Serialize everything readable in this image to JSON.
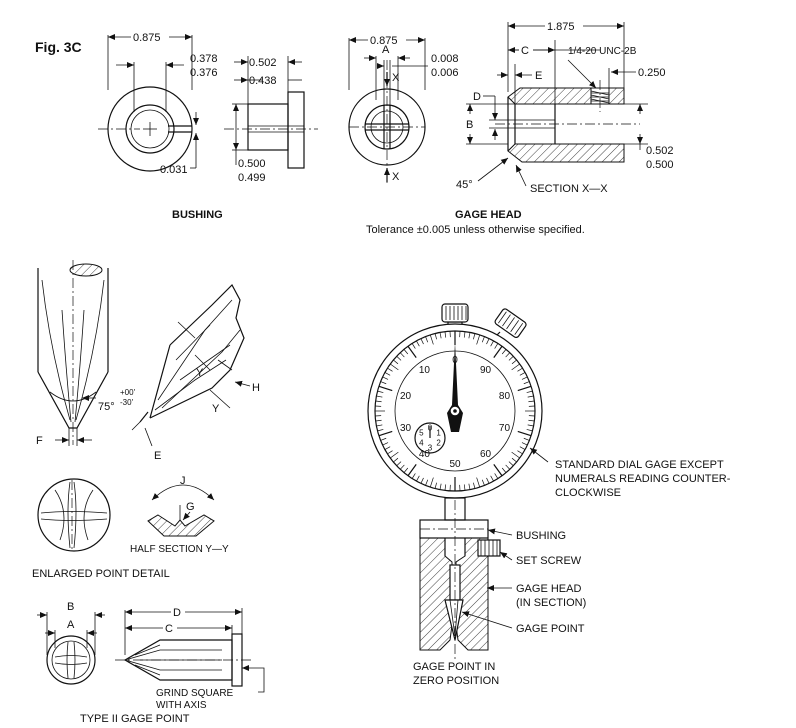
{
  "figure": {
    "label": "Fig. 3C",
    "tolerance_note": "Tolerance ±0.005 unless otherwise specified."
  },
  "bushing": {
    "title": "BUSHING",
    "dims": [
      "0.875",
      "0.378",
      "0.376",
      "0.502",
      "0.438",
      "0.031",
      "0.500",
      "0.499"
    ]
  },
  "gage_head": {
    "title": "GAGE HEAD",
    "dims": [
      "0.875",
      "A",
      "0.008",
      "0.006",
      "X",
      "X",
      "1.875",
      "C",
      "1/4-20 UNC-2B",
      "0.250",
      "E",
      "D",
      "B",
      "0.502",
      "0.500",
      "45°"
    ],
    "section_label": "SECTION X—X"
  },
  "enlarged_point": {
    "title": "ENLARGED POINT DETAIL",
    "labels": [
      "F",
      "E",
      "H",
      "Y",
      "Y",
      "J",
      "G"
    ],
    "angle": "75°",
    "tol_plus": "+00'",
    "tol_minus": "-30'",
    "half_section": "HALF SECTION Y—Y"
  },
  "type2": {
    "title": "TYPE II GAGE POINT",
    "labels": [
      "B",
      "A",
      "D",
      "C"
    ],
    "note_line1": "GRIND SQUARE",
    "note_line2": "WITH AXIS"
  },
  "dial": {
    "outer_numbers": [
      "0",
      "10",
      "20",
      "30",
      "40",
      "50",
      "60",
      "70",
      "80",
      "90"
    ],
    "sub_numbers": [
      "0",
      "1",
      "2",
      "3",
      "4",
      "5"
    ],
    "callout_line1": "STANDARD DIAL GAGE EXCEPT",
    "callout_line2": "NUMERALS READING COUNTER-",
    "callout_line3": "CLOCKWISE",
    "labels": {
      "bushing": "BUSHING",
      "set_screw": "SET SCREW",
      "gage_head1": "GAGE HEAD",
      "gage_head2": "(IN SECTION)",
      "gage_point": "GAGE POINT"
    },
    "caption_line1": "GAGE POINT IN",
    "caption_line2": "ZERO POSITION"
  }
}
